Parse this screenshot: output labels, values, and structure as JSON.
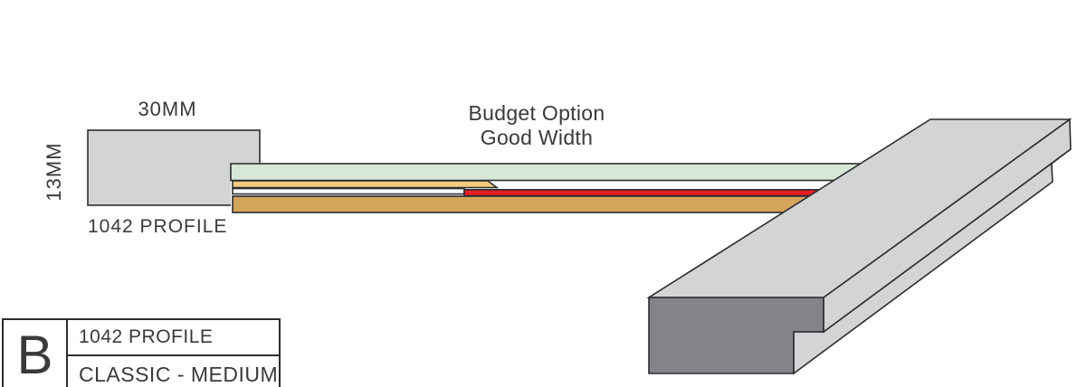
{
  "profile_diagram": {
    "width_label": "30MM",
    "height_label": "13MM",
    "profile_label": "1042 PROFILE"
  },
  "annotation": {
    "line1": "Budget Option",
    "line2": "Good Width"
  },
  "legend": {
    "letter": "B",
    "profile_name": "1042 PROFILE",
    "style_size": "CLASSIC - MEDIUM"
  },
  "colors": {
    "light_gray": "#d3d4d6",
    "dark_gray": "#828487",
    "outline": "#2b2d2f",
    "text": "#3a3a3c",
    "strip_green": "#d8e8d6",
    "strip_gold": "#f3cb7d",
    "strip_white": "#ffffff",
    "strip_red": "#e81c24",
    "strip_tan": "#d2a55b",
    "background": "#ffffff"
  }
}
